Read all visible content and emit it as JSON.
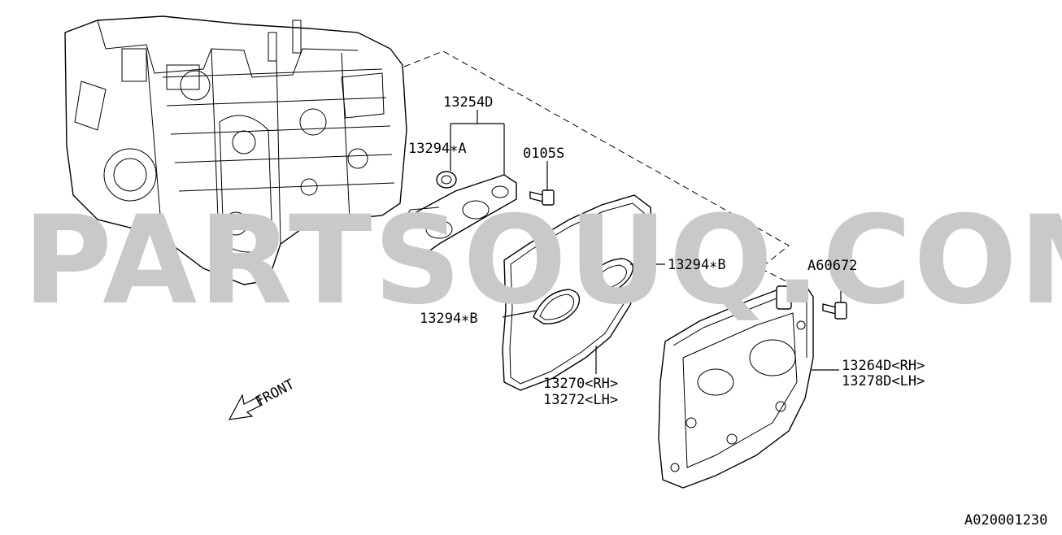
{
  "watermark": "PARTSOUQ.COM",
  "direction_label": "FRONT",
  "diagram_code": "A020001230",
  "callouts": [
    {
      "id": "gasket_set",
      "text": "13254D"
    },
    {
      "id": "seal_a",
      "text": "13294∗A"
    },
    {
      "id": "bolt_0105s",
      "text": "0105S"
    },
    {
      "id": "plug_seal_b_upper",
      "text": "13294∗B"
    },
    {
      "id": "plug_seal_b_lower",
      "text": "13294∗B"
    },
    {
      "id": "bolt_a60672",
      "text": "A60672"
    },
    {
      "id": "cover_gasket_rh",
      "text": "13270<RH>"
    },
    {
      "id": "cover_gasket_lh",
      "text": "13272<LH>"
    },
    {
      "id": "valve_cover_rh",
      "text": "13264D<RH>"
    },
    {
      "id": "valve_cover_lh",
      "text": "13278D<LH>"
    }
  ]
}
